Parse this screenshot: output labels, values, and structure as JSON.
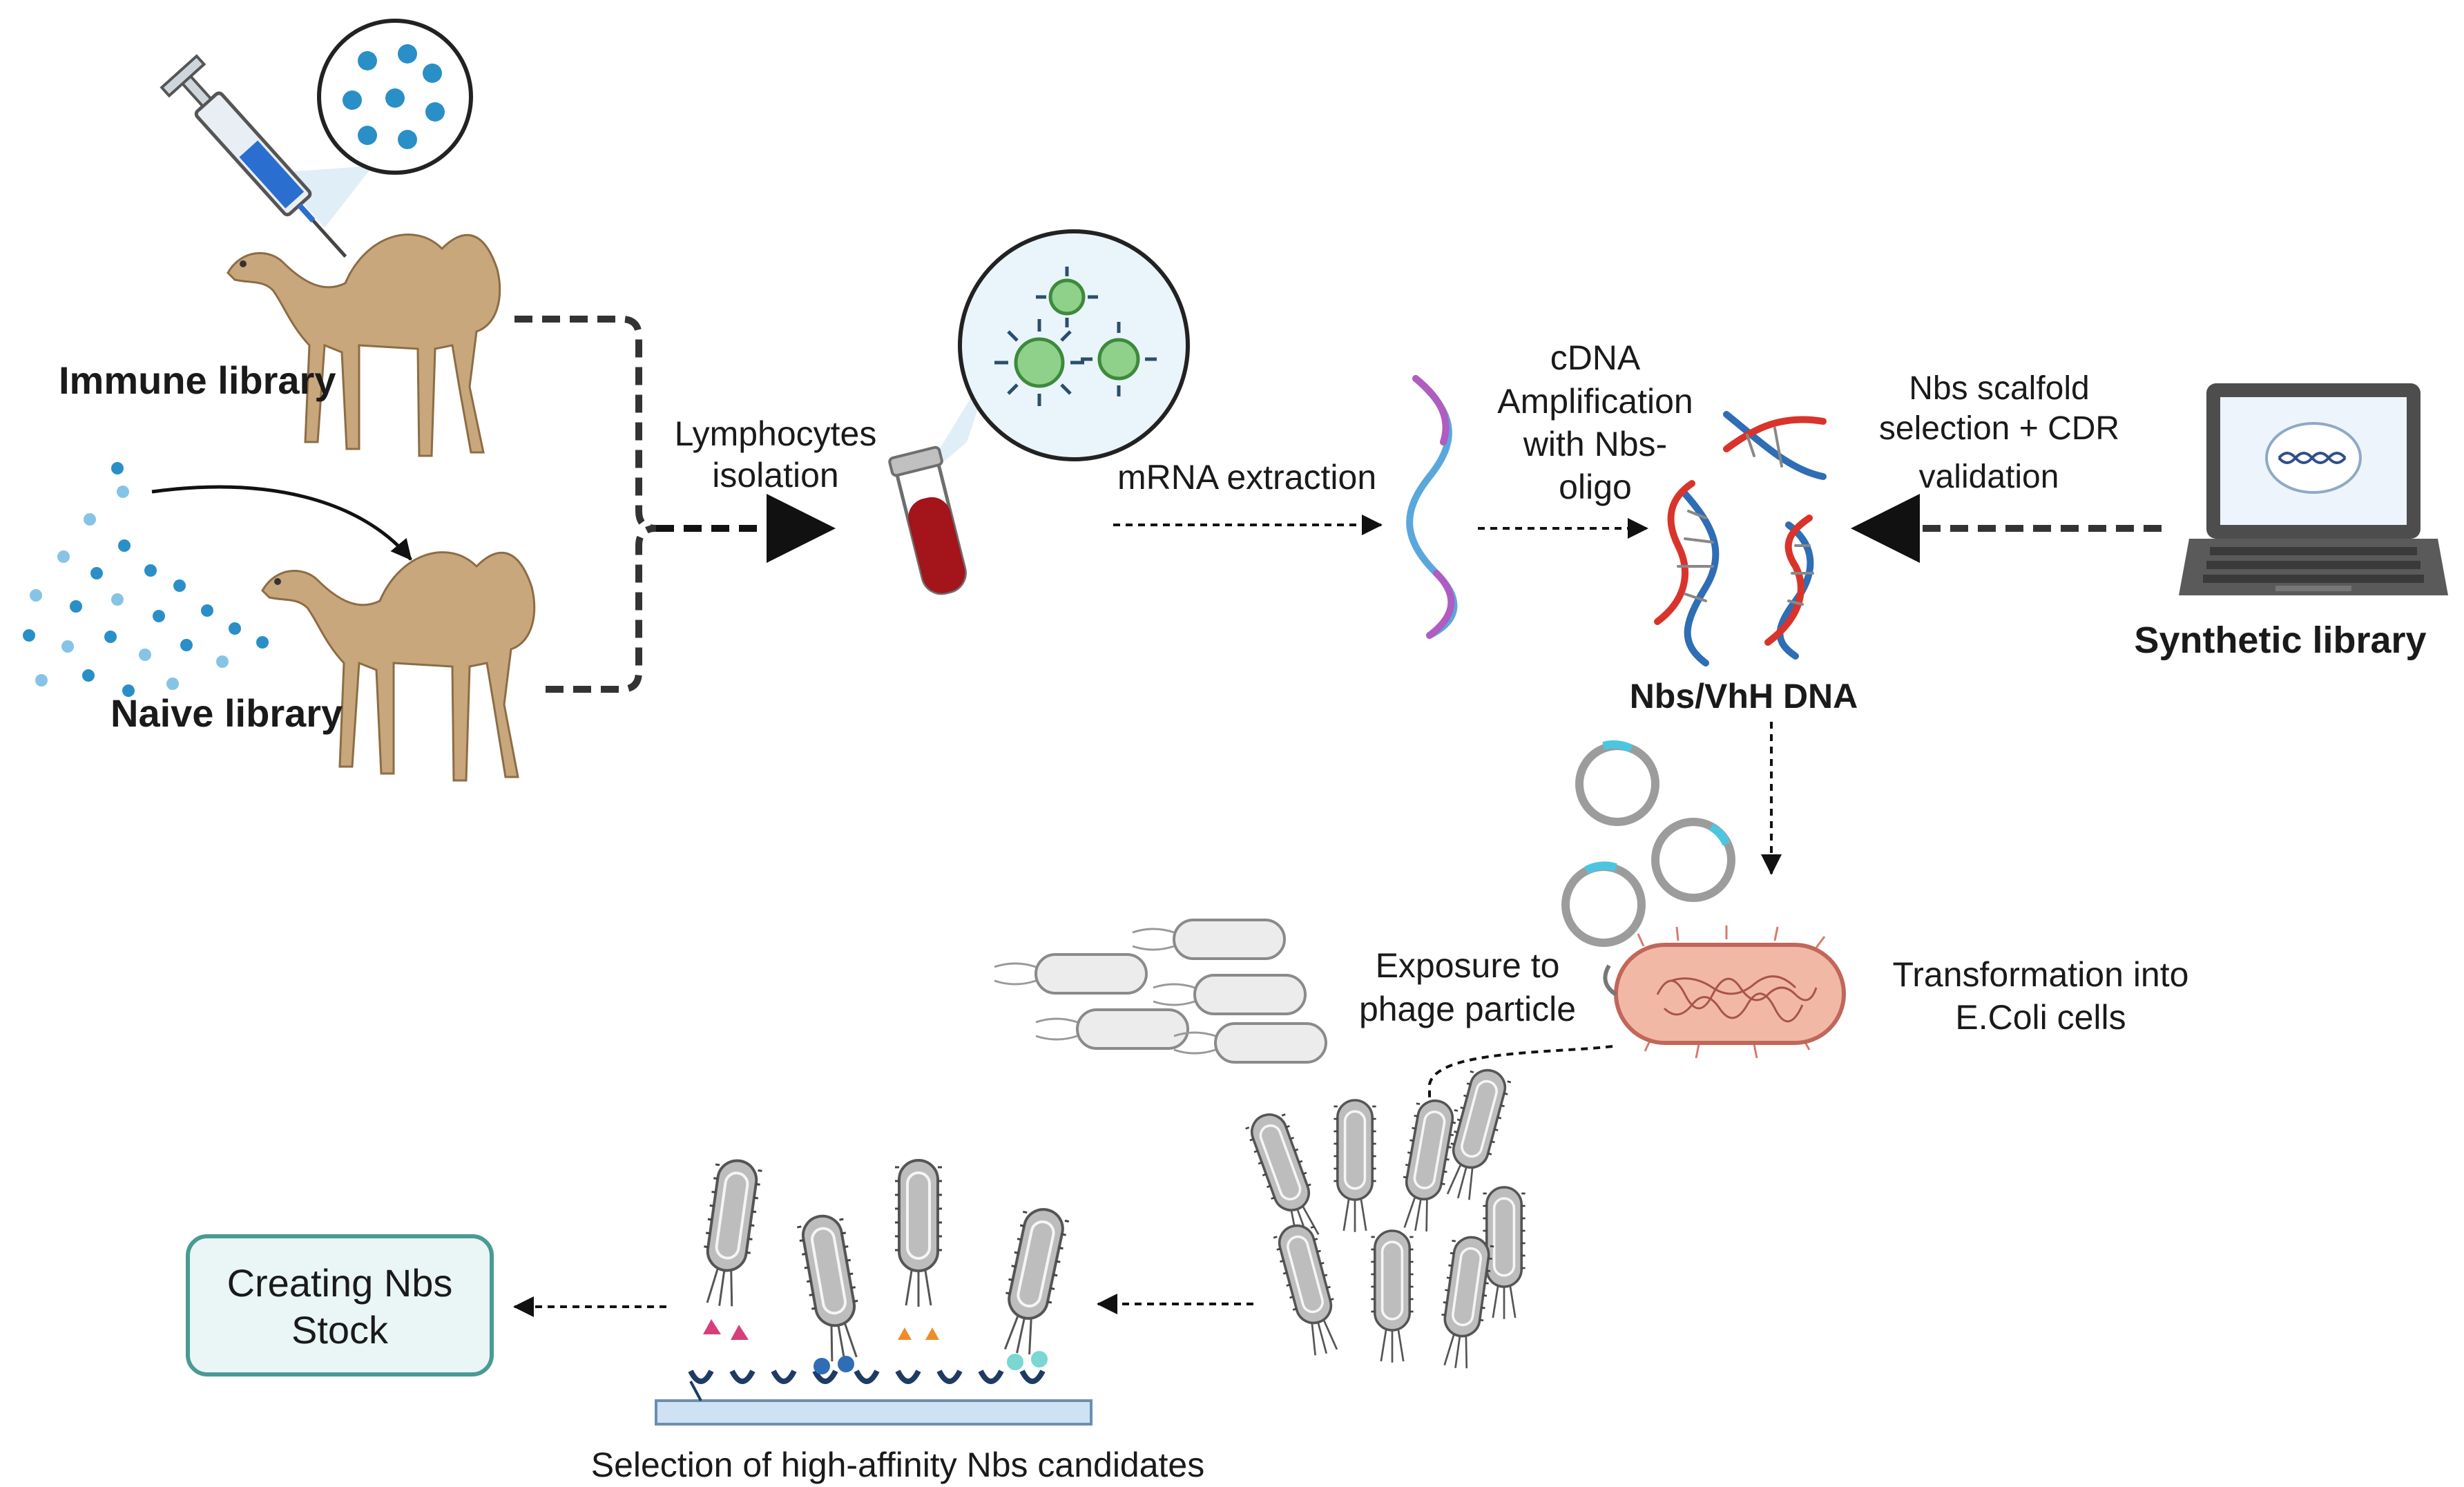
{
  "labels": {
    "immune_library": "Immune library",
    "naive_library": "Naive library",
    "lymphocytes_isolation_line1": "Lymphocytes",
    "lymphocytes_isolation_line2": "isolation",
    "mrna_extraction": "mRNA extraction",
    "cdna_line1": "cDNA",
    "cdna_line2": "Amplification",
    "cdna_line3": "with Nbs-",
    "cdna_line4": "oligo",
    "nbs_vhh_dna": "Nbs/VhH DNA",
    "scaffold_line1": "Nbs scalfold",
    "scaffold_line2": "selection + CDR",
    "scaffold_line3": "validation",
    "synthetic_library": "Synthetic library",
    "transformation_line1": "Transformation into",
    "transformation_line2": "E.Coli cells",
    "exposure_line1": "Exposure to",
    "exposure_line2": "phage particle",
    "stock_line1": "Creating Nbs",
    "stock_line2": "Stock",
    "selection": "Selection of high-affinity Nbs candidates"
  },
  "colors": {
    "camel": "#c9a77c",
    "camel_dark": "#a9875c",
    "blue_dots": "#2a8fc6",
    "blood": "#a3141b",
    "dna_red": "#d9342b",
    "dna_blue": "#2f6db5",
    "mrna_blue": "#5aa7dd",
    "mrna_purple": "#b05cc0",
    "ecoli": "#f2b8a6",
    "phage": "#b9b9b9",
    "stock_border": "#4a9a94",
    "stock_fill": "#eaf6f5"
  }
}
